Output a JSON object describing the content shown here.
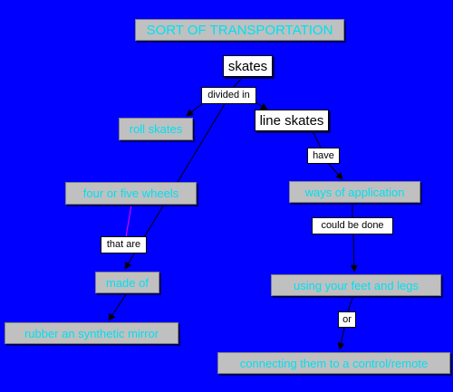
{
  "colors": {
    "background": "#0000ff",
    "concept_fill": "#c0c0c0",
    "concept_text": "#00e0f0",
    "highlight_fill": "#ffffff",
    "line": "#000000",
    "accent_line": "#ff00ff"
  },
  "concepts": {
    "title": "SORT OF TRANSPORTATION",
    "skates": "skates",
    "roll_skates": "roll skates",
    "line_skates": "line skates",
    "four_or_five_wheels": "four or five wheels",
    "ways_of_application": "ways of application",
    "made_of": "made of",
    "using_feet_legs": "using your feet and legs",
    "rubber_synthetic": "rubber an synthetic mirror",
    "connecting_remote": "connecting them to a control/remote"
  },
  "link_labels": {
    "divided_in": "divided in",
    "have": "have",
    "could_be_done": "could be done",
    "that_are": "that are",
    "or": "or"
  }
}
